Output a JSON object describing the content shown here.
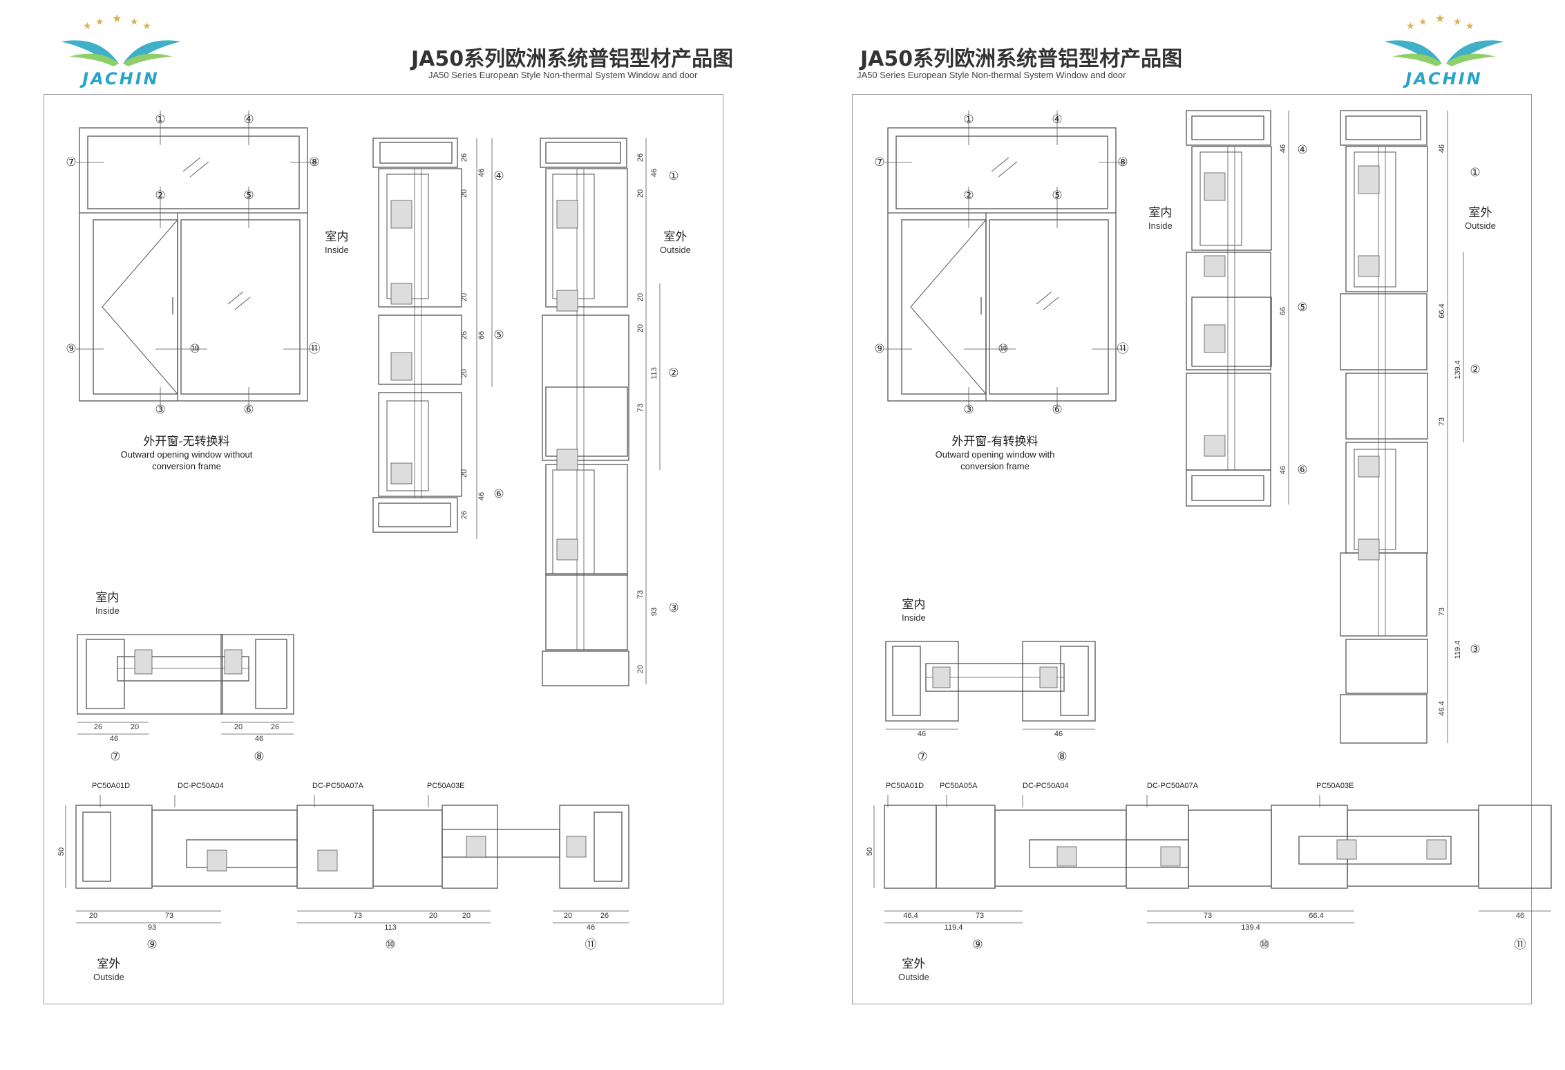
{
  "brand": {
    "logo_text": "JACHIN",
    "logo_color": "#2aa3c9",
    "star_color": "#d9b24a"
  },
  "pages": [
    {
      "title_cn": "JA50系列欧洲系统普铝型材产品图",
      "title_en": "JA50 Series European Style Non-thermal System Window and door",
      "inside": {
        "cn": "室内",
        "en": "Inside"
      },
      "outside": {
        "cn": "室外",
        "en": "Outside"
      },
      "window_caption": {
        "cn": "外开窗-无转换料",
        "en1": "Outward opening window without",
        "en2": "conversion frame"
      },
      "markers": [
        "①",
        "②",
        "③",
        "④",
        "⑤",
        "⑥",
        "⑦",
        "⑧",
        "⑨",
        "⑩",
        "⑪"
      ],
      "section_a_dims": [
        "26",
        "46",
        "20",
        "20",
        "26",
        "66",
        "20",
        "20",
        "46",
        "26"
      ],
      "section_b_dims": [
        "26",
        "46",
        "20",
        "20",
        "20",
        "113",
        "73",
        "73",
        "93",
        "20"
      ],
      "detail_78_dims": [
        "26",
        "20",
        "46",
        "20",
        "26",
        "46"
      ],
      "profile_codes": [
        "PC50A01D",
        "DC-PC50A04",
        "DC-PC50A07A",
        "PC50A03E"
      ],
      "bottom_dims": [
        "50",
        "20",
        "73",
        "93",
        "73",
        "113",
        "20",
        "20",
        "20",
        "26",
        "46"
      ]
    },
    {
      "title_cn": "JA50系列欧洲系统普铝型材产品图",
      "title_en": "JA50 Series European Style Non-thermal System Window and door",
      "inside": {
        "cn": "室内",
        "en": "Inside"
      },
      "outside": {
        "cn": "室外",
        "en": "Outside"
      },
      "window_caption": {
        "cn": "外开窗-有转换料",
        "en1": "Outward opening window with",
        "en2": "conversion frame"
      },
      "markers": [
        "①",
        "②",
        "③",
        "④",
        "⑤",
        "⑥",
        "⑦",
        "⑧",
        "⑨",
        "⑩",
        "⑪"
      ],
      "section_a_dims": [
        "46",
        "66",
        "46"
      ],
      "section_b_dims": [
        "46",
        "66.4",
        "139.4",
        "73",
        "73",
        "119.4",
        "46.4"
      ],
      "detail_78_dims": [
        "46",
        "46"
      ],
      "profile_codes": [
        "PC50A01D",
        "PC50A05A",
        "DC-PC50A04",
        "DC-PC50A07A",
        "PC50A03E"
      ],
      "bottom_dims": [
        "50",
        "46.4",
        "73",
        "119.4",
        "73",
        "66.4",
        "139.4",
        "46"
      ]
    }
  ]
}
